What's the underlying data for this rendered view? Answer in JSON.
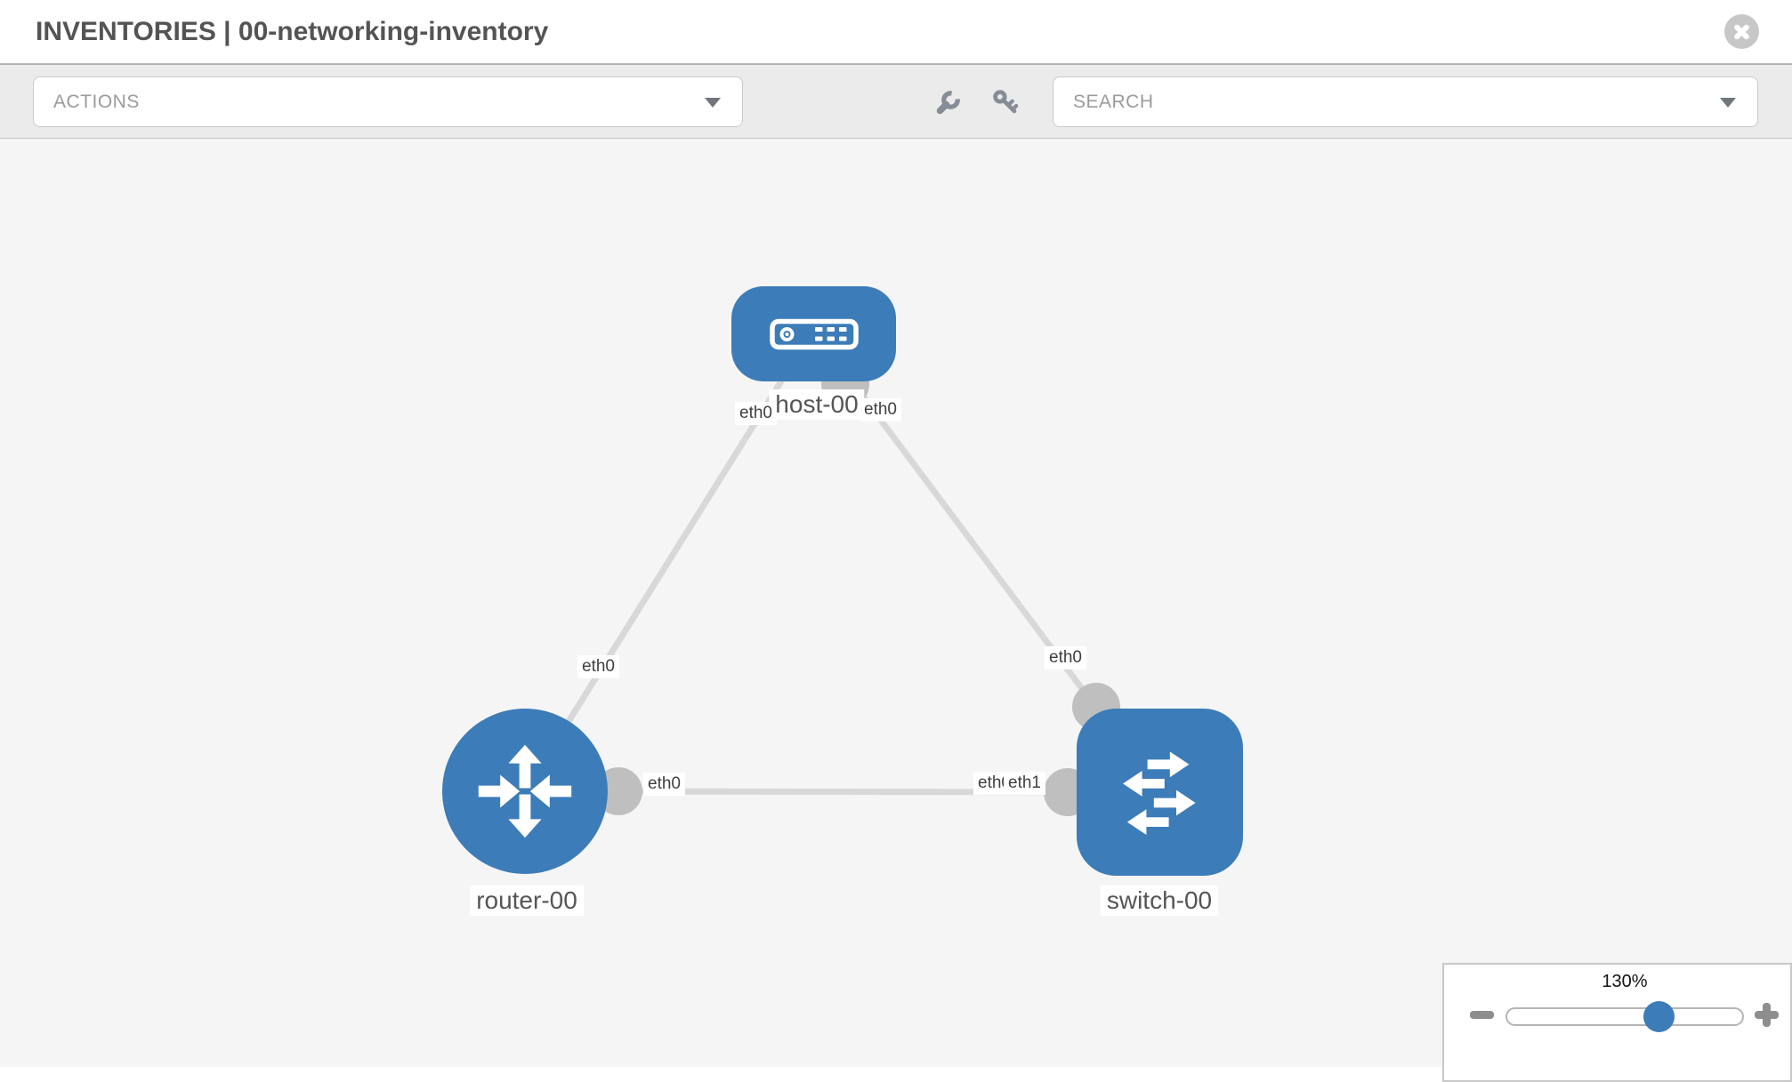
{
  "window": {
    "title": "INVENTORIES | 00-networking-inventory"
  },
  "toolbar": {
    "actions": {
      "placeholder": "ACTIONS"
    },
    "search": {
      "placeholder": "SEARCH"
    }
  },
  "icons": {
    "close": "close-icon",
    "wrench": "wrench-icon",
    "key": "key-icon",
    "caret": "chevron-down-icon",
    "zoom_out": "minus-icon",
    "zoom_in": "plus-icon"
  },
  "colors": {
    "node_blue": "#3c7cb9",
    "canvas_bg": "#f5f5f5",
    "link_gray": "#d8d8d8",
    "interface_gray": "#bfbfbf",
    "toolbar_bg": "#ebebeb",
    "icon_gray": "#868d96",
    "slider_thumb_blue": "#3c7cb9"
  },
  "diagram": {
    "nodes": [
      {
        "id": "host-00",
        "type": "host",
        "label": "host-00"
      },
      {
        "id": "router-00",
        "type": "router",
        "label": "router-00"
      },
      {
        "id": "switch-00",
        "type": "switch",
        "label": "switch-00"
      }
    ],
    "links": [
      {
        "from": "host-00",
        "to": "router-00",
        "labels": {
          "at_host": "eth0",
          "at_router": "eth0"
        }
      },
      {
        "from": "host-00",
        "to": "switch-00",
        "labels": {
          "at_host": "eth0",
          "at_switch": "eth0"
        }
      },
      {
        "from": "router-00",
        "to": "switch-00",
        "labels": {
          "at_router": "eth0",
          "at_switch_under": "eth0",
          "at_switch_over": "eth1"
        }
      }
    ]
  },
  "zoom_control": {
    "value_label": "130%",
    "percent": 130
  }
}
